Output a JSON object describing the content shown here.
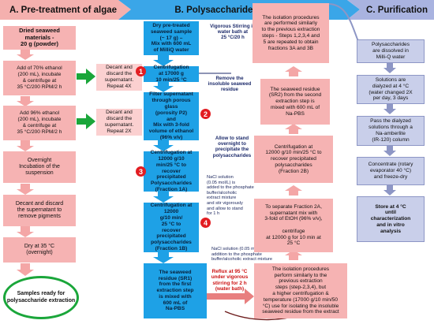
{
  "headers": {
    "a": "A. Pre-treatment of algae",
    "b": "B. Polysaccharide extraction",
    "c": "C. Purification"
  },
  "section_a": {
    "start": "Dried seaweed\nmaterials -\n20 g (powder)",
    "ethanol70": "Add of 70% ethanol\n(200 mL), incubate\n& centrifuge at\n35 °C/200 RPM/2 h",
    "decant1": "Decant and\ndiscard the\nsupernatant.\nRepeat 4X",
    "ethanol96": "Add 96% ethanol\n(200 mL), incubate\n& centrifuge at\n35 °C/200 RPM/2 h",
    "decant2": "Decant and\ndiscard the\nsupernatant.\nRepeat 2X",
    "overnight": "Overnight\nIncubation of the\nsuspension",
    "decant_pigments": "Decant and discard\nthe supernatant to\nremove pigments",
    "dry": "Dry at 35 °C\n(overnight)",
    "ready": "Samples ready\nfor\npolysaccharide\nextraction"
  },
  "section_b": {
    "dry_sample": "Dry pre-treated\nseaweed sample\n(~ 17 g) –\nMix with 600 mL\nof MilliQ water",
    "stirring_note": "Vigorous Stirring in\nwater bath at\n25 °C/20 h",
    "centrifuge1": "Centrifugation\nat 17000 g\n10 min/25 °C",
    "remove_note": "Remove the\ninsoluble seaweed\nresidue",
    "filter": "Filter supernatant\nthrough porous\nglass\n(porosity P2)\nand\nMix with 3-fold\nvolume of ethanol\n(96% v/v)",
    "stand_note": "Allow to stand\novernight to\nprecipitate the\npolysaccharides",
    "centrifuge_1a": "Centrifugation at\n12000 g/10\nmin/25 °C to\nrecover\nprecipitated\nPolysaccharides\n(Fraction 1A)",
    "nacl_note1": "NaCl solution\n(0.05 mol/L) is\nadded to the phosphate\nbuffer/alcoholic\nextract mixture\nand stir vigorously\nand allow to stand\nfor 1 h",
    "centrifuge_1b": "Centrifugation at\n12000\ng/10 min/\n25 °C to\nrecover\nprecipitated\npolysaccharides\n(Fraction 1B)",
    "nacl_note2": "NaCl solution (0.05 mol/L)\naddition to the phosphate\nbuffer/alcoholic extract mixture",
    "residue_sr1": "The seaweed\nresidue (SR1)\nfrom the first\nextraction step\nis mixed with\n600 mL of\nNa-PBS",
    "reflux_note": "Reflux at 95 °C\nunder vigorous\nstirring for 2 h\n(water bath)",
    "isolation_top": "The isolation procedures\nare performed similarly\nto the previous extraction\nsteps - Steps 1,2,3,4 and\n5 are repeated to obtain\nfractions 3A and 3B",
    "residue_sr2": "The seaweed residue\n(SR2) from the second\nextraction step is\nmixed with 600 mL of\nNa-PBS",
    "centrifuge_2b": "Centrifugation at\n12000 g/10 min/25 °C to\nrecover precipitated\npolysaccharides\n(Fraction 2B)",
    "separate_2a": "To separate Fraction 2A,\nsupernatant mix with\n3-fold of EtOH (96% v/v),\n\ncentrifuge\nat 12000 g for 10 min at\n25 °C",
    "isolation_bottom": "The isolation procedures\nperform similarly to the\nprevious extraction\nsteps (step-2,3,4), but\na higher centrifugation &\ntemperature (17000 g/10 min/50\n°C) use for isolating the insoluble\nseaweed residue from the extract",
    "step_numbers": [
      "1",
      "2",
      "3",
      "4"
    ]
  },
  "section_c": {
    "dissolve": "Polysaccharides\nare dissolved in\nMilli-Q water",
    "dialyze": "Solutions are\ndialyzed at 4 °C\n(water changed 2X\nper day, 3 days",
    "amberlite": "Pass the dialyzed\nsolutions through a\nNa-amberlite\n(IR-120) column",
    "concentrate": "Concentrate (rotary\nevaporator 40 °C)\nand freeze-dry",
    "store": "Store at 4 °C\nuntil\ncharacterization\nand in vitro\nanalysis"
  },
  "colors": {
    "pink": "#f6b3b3",
    "light_pink": "#fbd0d0",
    "blue": "#1ea1e6",
    "lavender": "#c9cfea",
    "header_pink": "#f4b0ae",
    "header_blue": "#3aa6e8",
    "header_lavender": "#a9b3e0",
    "step_red": "#e21d22",
    "green": "#1aa63a"
  }
}
